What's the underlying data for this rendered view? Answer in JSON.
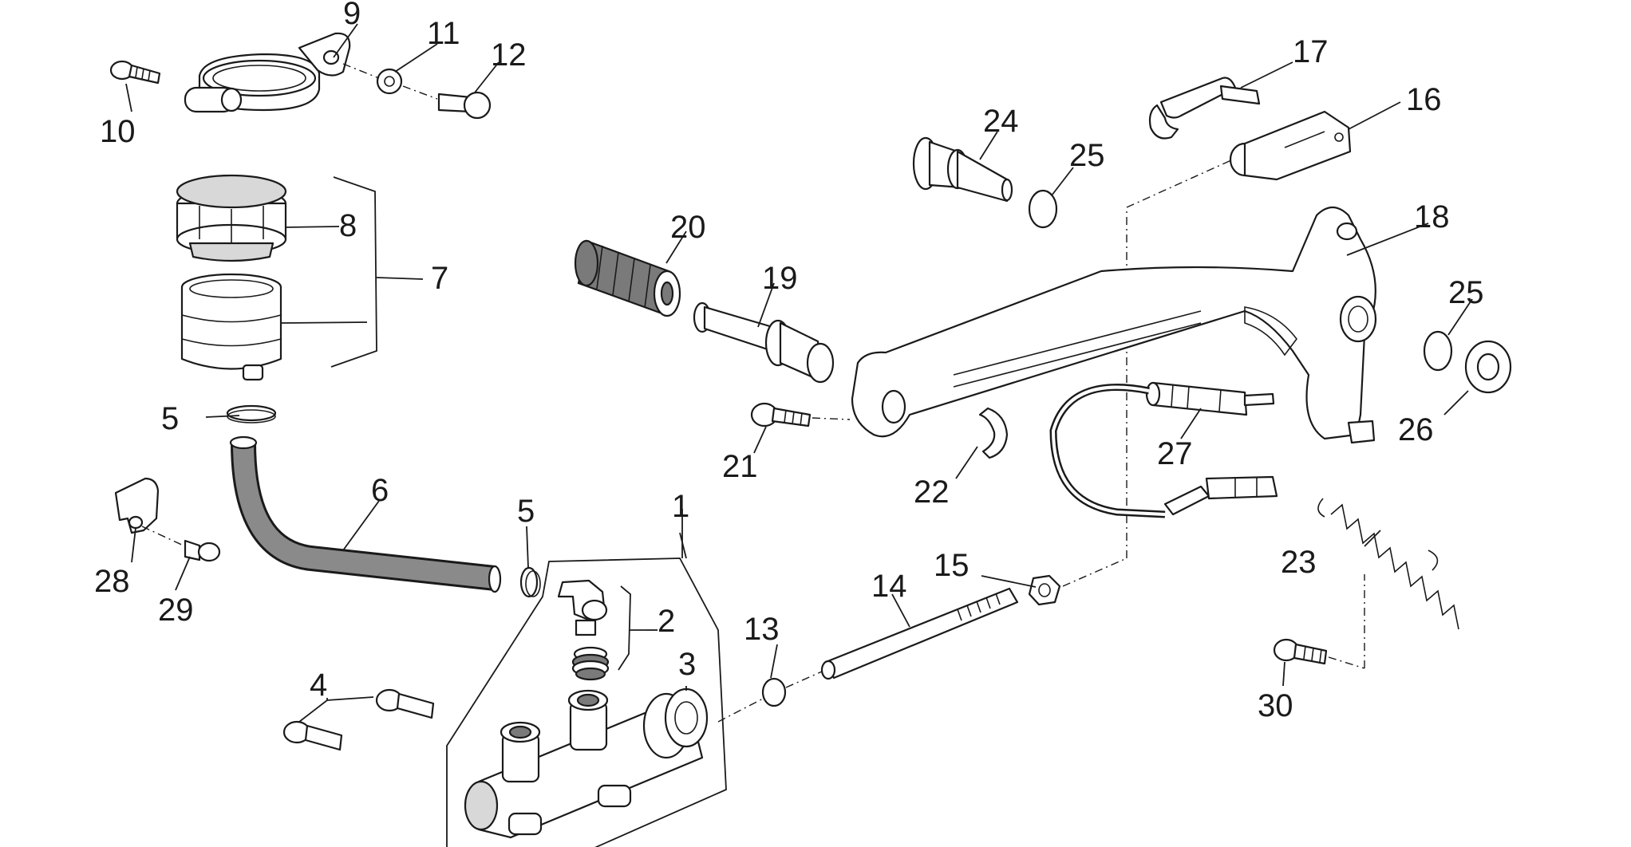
{
  "callouts": [
    "1",
    "2",
    "3",
    "4",
    "5",
    "5",
    "6",
    "7",
    "8",
    "9",
    "10",
    "11",
    "12",
    "13",
    "14",
    "15",
    "16",
    "17",
    "18",
    "19",
    "20",
    "21",
    "22",
    "23",
    "24",
    "25",
    "25",
    "26",
    "27",
    "28",
    "29",
    "30"
  ]
}
